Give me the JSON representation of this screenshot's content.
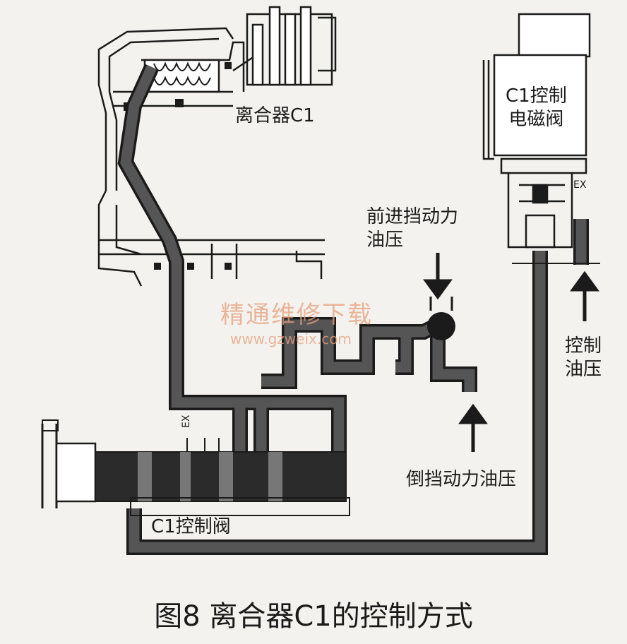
{
  "labels": {
    "clutch": "离合器C1",
    "solenoid": "C1控制\n电磁阀",
    "forward_pressure": "前进挡动力\n油压",
    "reverse_pressure": "倒挡动力油压",
    "control_pressure": "控制\n油压",
    "control_valve": "C1控制阀",
    "ex_top": "EX",
    "ex_valve": "EX"
  },
  "watermark": {
    "title": "精通维修下载",
    "url": "www.gzweix.com"
  },
  "caption": "图8  离合器C1的控制方式",
  "colors": {
    "background": "#f3f2ee",
    "line": "#1b1b1b",
    "oil_passage": "#555555",
    "watermark": "#e7a07c"
  }
}
